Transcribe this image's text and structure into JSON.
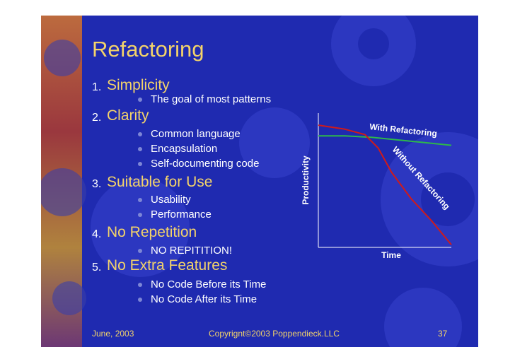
{
  "slide": {
    "title": "Refactoring",
    "items": [
      {
        "number": "1.",
        "heading": "Simplicity",
        "subitems": [
          "The goal of most patterns"
        ]
      },
      {
        "number": "2.",
        "heading": "Clarity",
        "subitems": [
          "Common language",
          "Encapsulation",
          "Self-documenting code"
        ]
      },
      {
        "number": "3.",
        "heading": "Suitable for Use",
        "subitems": [
          "Usability",
          "Performance"
        ]
      },
      {
        "number": "4.",
        "heading": "No Repetition",
        "subitems": [
          "NO REPITITION!"
        ]
      },
      {
        "number": "5.",
        "heading": "No Extra Features",
        "subitems": [
          "No Code Before its Time",
          "No Code After its Time"
        ]
      }
    ],
    "footer": {
      "date": "June, 2003",
      "copyright": "Copyrignt©2003 Poppendieck.LLC",
      "page": "37"
    }
  },
  "chart_data": {
    "type": "line",
    "xlabel": "Time",
    "ylabel": "Productivity",
    "series": [
      {
        "name": "With Refactoring",
        "color": "#2db84a",
        "x": [
          0,
          0.2,
          0.4,
          0.6,
          0.8,
          1.0
        ],
        "y": [
          0.83,
          0.83,
          0.82,
          0.8,
          0.78,
          0.76
        ]
      },
      {
        "name": "Without Refactoring",
        "color": "#d01a1a",
        "x": [
          0,
          0.2,
          0.35,
          0.45,
          0.55,
          0.7,
          0.85,
          1.0
        ],
        "y": [
          0.91,
          0.88,
          0.84,
          0.74,
          0.56,
          0.36,
          0.2,
          0.02
        ]
      }
    ]
  },
  "colors": {
    "background": "#1f2ab0",
    "heading": "#f3d36a",
    "text": "#ffffff"
  }
}
